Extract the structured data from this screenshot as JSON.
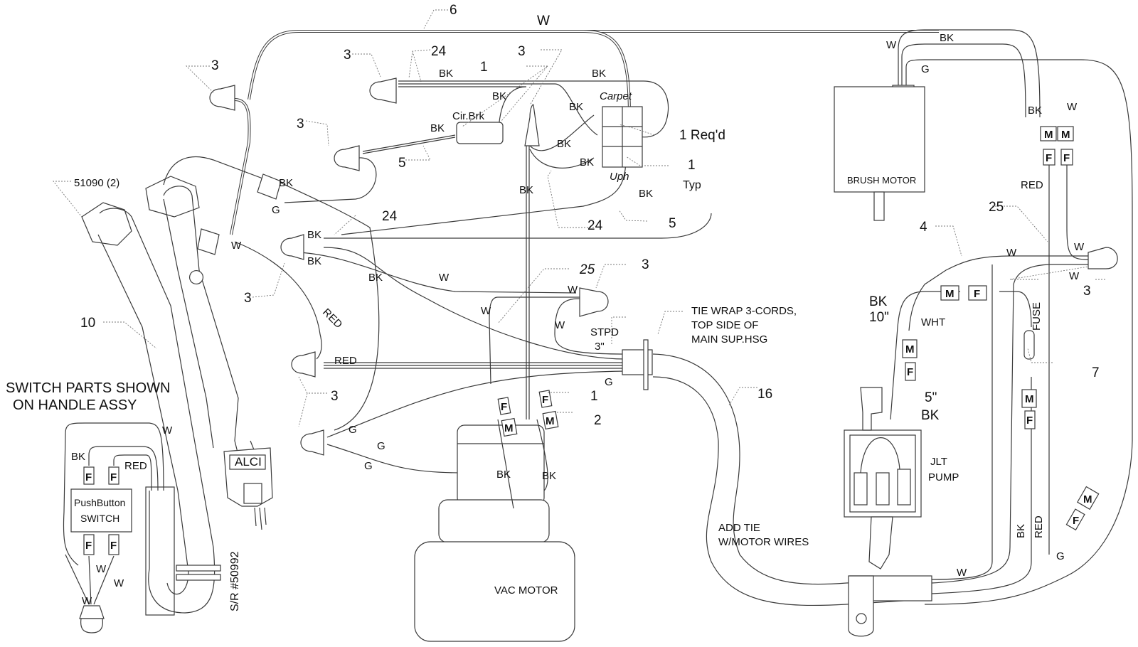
{
  "diagram": {
    "components": {
      "vac_motor": "VAC MOTOR",
      "brush_motor": "BRUSH MOTOR",
      "jlt_pump_1": "JLT",
      "jlt_pump_2": "PUMP",
      "alci": "ALCI",
      "pushbutton_1": "PushButton",
      "pushbutton_2": "SWITCH",
      "cir_brk": "Cir.Brk",
      "carpet": "Carpet",
      "uph": "Uph",
      "fuse": "FUSE"
    },
    "notes": {
      "switch_parts_1": "SWITCH PARTS SHOWN",
      "switch_parts_2": "ON HANDLE ASSY",
      "tie_wrap_1": "TIE WRAP 3-CORDS,",
      "tie_wrap_2": "TOP SIDE OF",
      "tie_wrap_3": "MAIN SUP.HSG",
      "add_tie_1": "ADD TIE",
      "add_tie_2": "W/MOTOR WIRES",
      "stpd_1": "STPD",
      "stpd_2": "3\"",
      "serial": "S/R #50992",
      "one_reqd": "1 Req'd",
      "one_typ_1": "1",
      "one_typ_2": "Typ",
      "bk_10_1": "BK",
      "bk_10_2": "10\"",
      "bk_5_1": "5\"",
      "bk_5_2": "BK"
    },
    "callouts": {
      "c6": "6",
      "c3_a": "3",
      "c3_b": "3",
      "c3_c": "3",
      "c3_d": "3",
      "c3_e": "3",
      "c3_f": "3",
      "c3_g": "3",
      "c3_h": "3",
      "c24_a": "24",
      "c24_b": "24",
      "c24_c": "24",
      "c1_a": "1",
      "c1_b": "1",
      "c2": "2",
      "c5_a": "5",
      "c5_b": "5",
      "c25_a": "25",
      "c25_b": "25",
      "c51090": "51090 (2)",
      "c10": "10",
      "c16": "16",
      "c4": "4",
      "c7": "7"
    },
    "wire_colors": {
      "w": "W",
      "bk": "BK",
      "g": "G",
      "red": "RED",
      "wht": "WHT"
    },
    "connector_labels": {
      "m": "M",
      "f": "F"
    }
  }
}
